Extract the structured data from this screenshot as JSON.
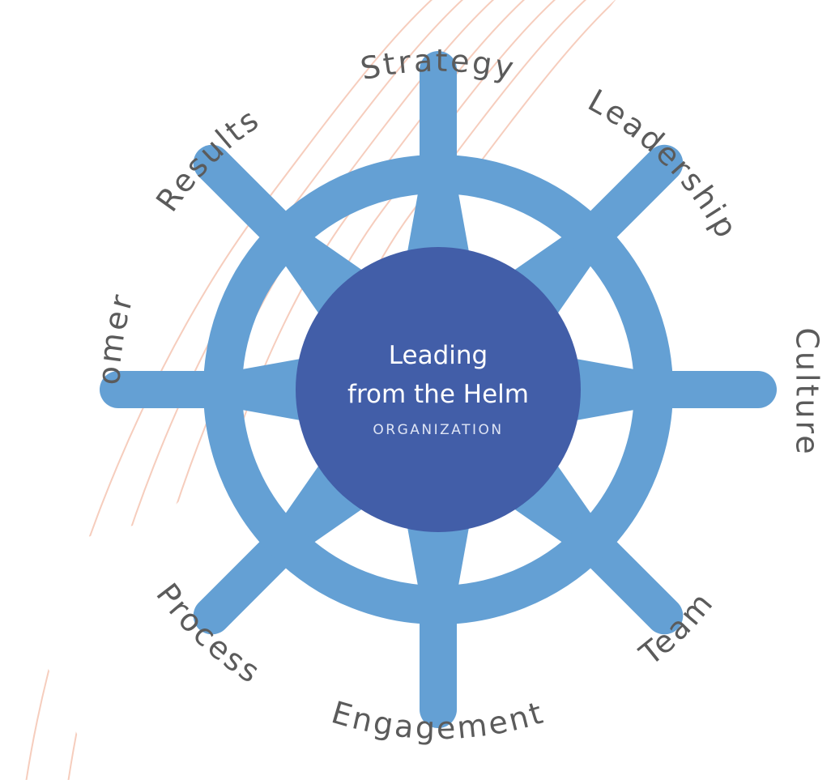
{
  "hub": {
    "title_line1": "Leading",
    "title_line2": "from the Helm",
    "subtitle": "ORGANIZATION"
  },
  "spokes": [
    {
      "id": "strategy",
      "label": "Strategy"
    },
    {
      "id": "leadership",
      "label": "Leadership"
    },
    {
      "id": "culture",
      "label": "Culture"
    },
    {
      "id": "team",
      "label": "Team"
    },
    {
      "id": "engagement",
      "label": "Engagement"
    },
    {
      "id": "process",
      "label": "Process"
    },
    {
      "id": "customer",
      "label": "Customer"
    },
    {
      "id": "results",
      "label": "Results"
    }
  ],
  "colors": {
    "wheel": "#64a0d4",
    "hub": "#425ea8",
    "background_lines": "#f6cdbd",
    "label_text": "#5b5b5b"
  }
}
